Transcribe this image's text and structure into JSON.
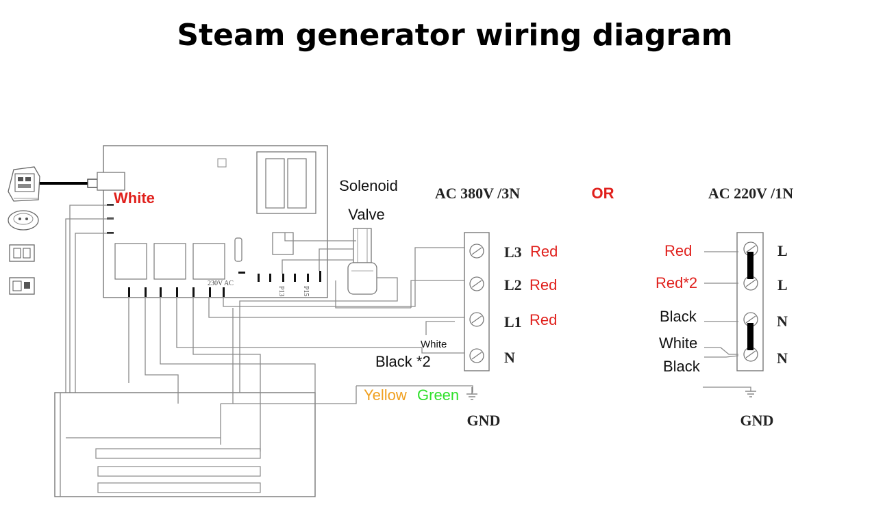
{
  "title": "Steam generator wiring diagram",
  "solenoid": {
    "line1": "Solenoid",
    "line2": "Valve"
  },
  "white_label": "White",
  "board_labels": {
    "p13": "P13",
    "p15": "P15",
    "ac": "230V AC"
  },
  "left_block": {
    "heading": "AC 380V /3N",
    "terminals": [
      {
        "name": "L3",
        "color_label": "Red"
      },
      {
        "name": "L2",
        "color_label": "Red"
      },
      {
        "name": "L1",
        "color_label": "Red"
      },
      {
        "name": "N",
        "color_label": ""
      }
    ],
    "n_white": "White",
    "n_black": "Black *2",
    "gnd_yellow": "Yellow",
    "gnd_green": "Green",
    "gnd": "GND"
  },
  "or_label": "OR",
  "right_block": {
    "heading": "AC 220V /1N",
    "terminals": [
      {
        "name": "L",
        "wire_label": "Red"
      },
      {
        "name": "L",
        "wire_label": "Red*2"
      },
      {
        "name": "N",
        "wire_label": "Black"
      },
      {
        "name": "N",
        "wire_label": "White"
      }
    ],
    "extra_black": "Black",
    "gnd": "GND"
  },
  "colors": {
    "red": "#e0201c",
    "yellow": "#f0a020",
    "green": "#2ee02a",
    "line": "#8a8a8a"
  },
  "icons": [
    "control-panel-icon",
    "round-display-icon",
    "switch-icon",
    "power-switch-icon",
    "ground-symbol-icon",
    "screw-terminal-icon"
  ]
}
